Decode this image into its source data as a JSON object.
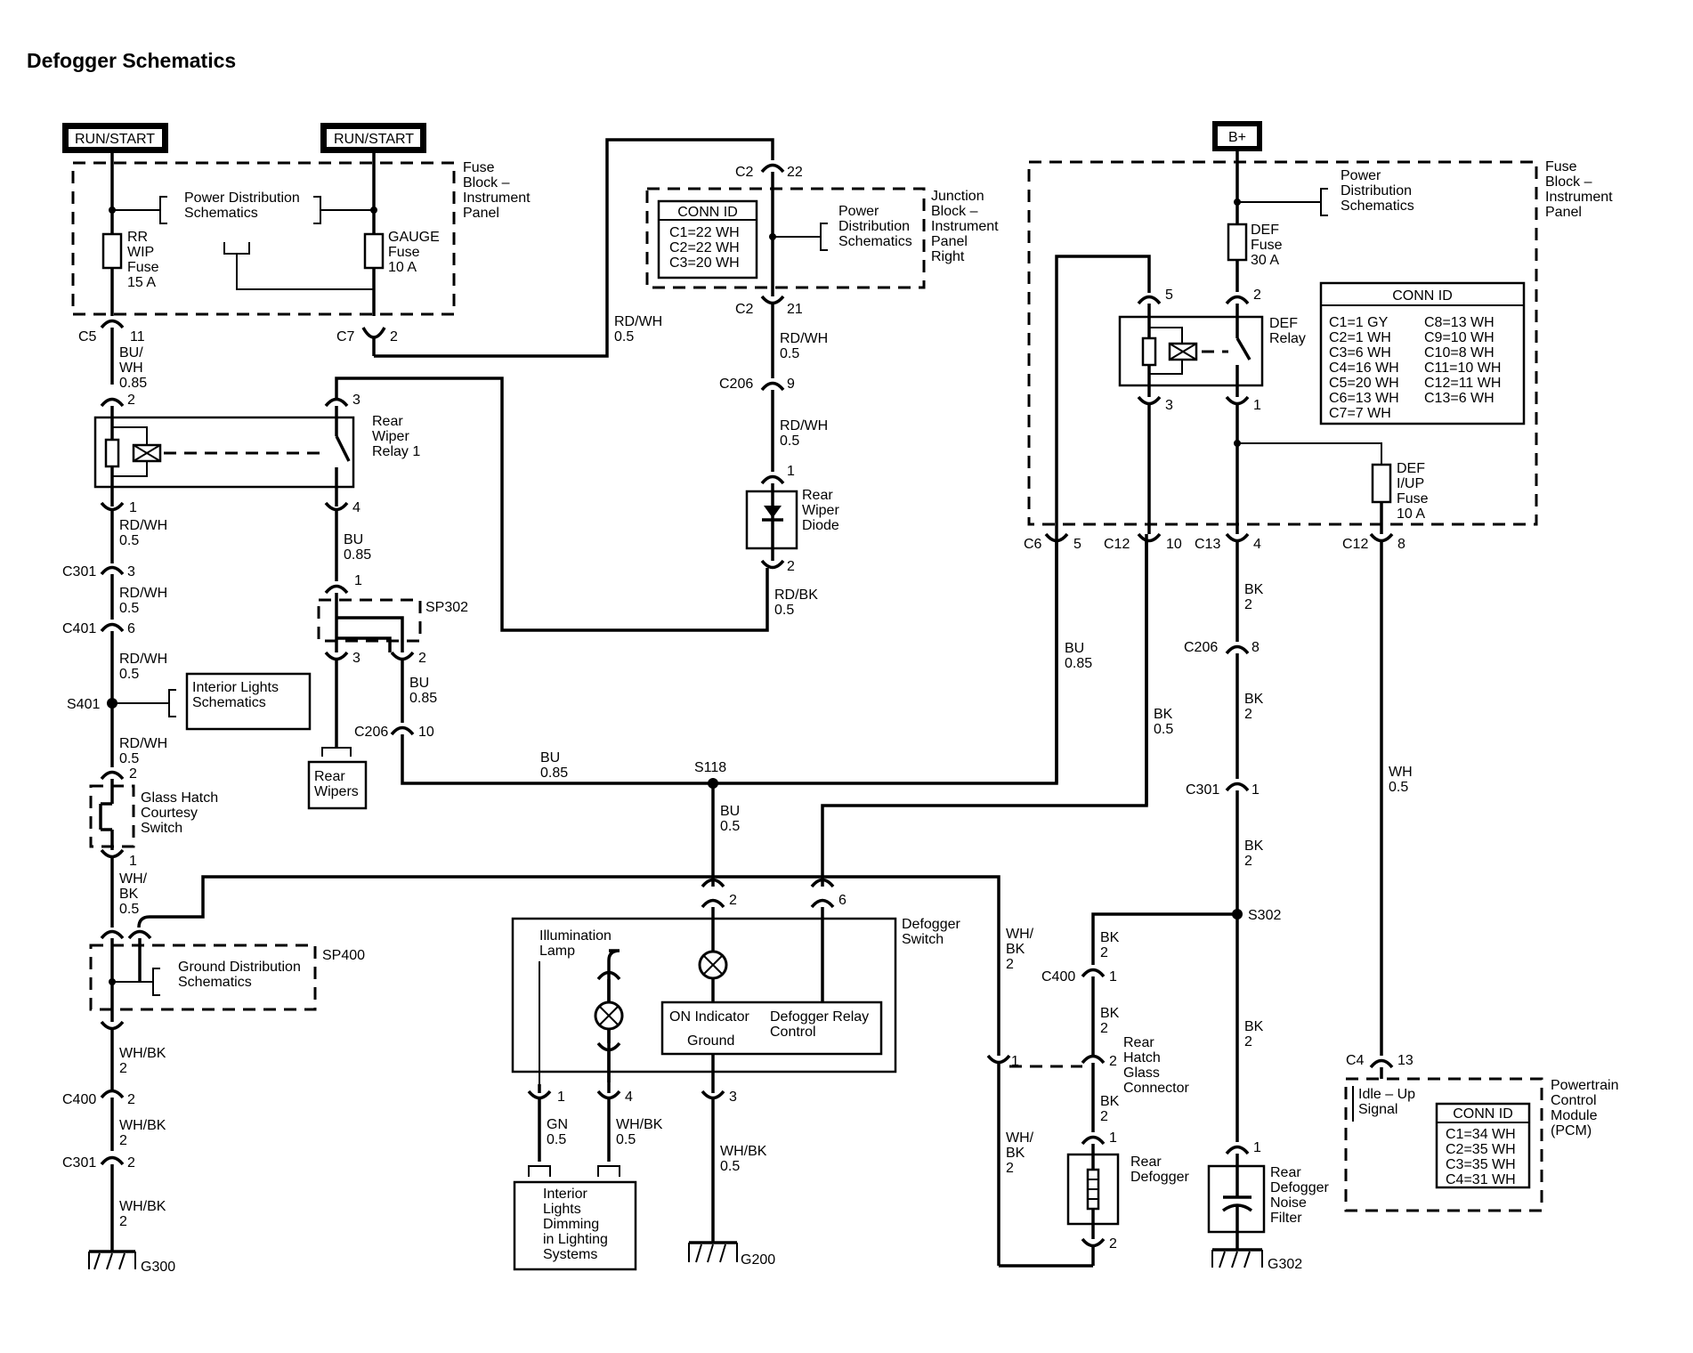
{
  "title": "Defogger Schematics",
  "power_sources": {
    "run_start_1": "RUN/START",
    "run_start_2": "RUN/START",
    "b_plus": "B+"
  },
  "fuse_block_left": {
    "label": [
      "Fuse",
      "Block –",
      "Instrument",
      "Panel"
    ],
    "power_distribution": [
      "Power Distribution",
      "Schematics"
    ],
    "rr_wip_fuse": [
      "RR",
      "WIP",
      "Fuse",
      "15 A"
    ],
    "gauge_fuse": [
      "GAUGE",
      "Fuse",
      "10 A"
    ]
  },
  "junction_block": {
    "label": [
      "Junction",
      "Block –",
      "Instrument",
      "Panel",
      "Right"
    ],
    "power_distribution": [
      "Power",
      "Distribution",
      "Schematics"
    ],
    "conn_id_title": "CONN ID",
    "conn_id_rows": [
      "C1=22 WH",
      "C2=22 WH",
      "C3=20 WH"
    ]
  },
  "fuse_block_right": {
    "label": [
      "Fuse",
      "Block –",
      "Instrument",
      "Panel"
    ],
    "power_distribution": [
      "Power",
      "Distribution",
      "Schematics"
    ],
    "def_fuse": [
      "DEF",
      "Fuse",
      "30 A"
    ],
    "def_relay": [
      "DEF",
      "Relay"
    ],
    "def_iup_fuse": [
      "DEF",
      "I/UP",
      "Fuse",
      "10 A"
    ],
    "conn_id_title": "CONN ID",
    "conn_id_left": [
      "C1=1 GY",
      "C2=1 WH",
      "C3=6 WH",
      "C4=16 WH",
      "C5=20 WH",
      "C6=13 WH",
      "C7=7 WH"
    ],
    "conn_id_right": [
      "C8=13 WH",
      "C9=10 WH",
      "C10=8 WH",
      "C11=10 WH",
      "C12=11 WH",
      "C13=6 WH"
    ]
  },
  "components": {
    "rear_wiper_relay": [
      "Rear",
      "Wiper",
      "Relay 1"
    ],
    "rear_wiper_diode": [
      "Rear",
      "Wiper",
      "Diode"
    ],
    "sp302": "SP302",
    "sp400": "SP400",
    "rear_wipers": [
      "Rear",
      "Wipers"
    ],
    "interior_lights": [
      "Interior Lights",
      "Schematics"
    ],
    "glass_hatch_switch": [
      "Glass Hatch",
      "Courtesy",
      "Switch"
    ],
    "ground_distribution": [
      "Ground Distribution",
      "Schematics"
    ],
    "defogger_switch": [
      "Defogger",
      "Switch"
    ],
    "illumination_lamp": [
      "Illumination",
      "Lamp"
    ],
    "on_indicator": "ON Indicator",
    "ground": "Ground",
    "defogger_relay_control": [
      "Defogger Relay",
      "Control"
    ],
    "interior_dimming": [
      "Interior",
      "Lights",
      "Dimming",
      "in Lighting",
      "Systems"
    ],
    "rear_hatch_glass_connector": [
      "Rear",
      "Hatch",
      "Glass",
      "Connector"
    ],
    "rear_defogger": [
      "Rear",
      "Defogger"
    ],
    "noise_filter": [
      "Rear",
      "Defogger",
      "Noise",
      "Filter"
    ],
    "pcm": [
      "Powertrain",
      "Control",
      "Module",
      "(PCM)"
    ],
    "idle_up_signal": [
      "Idle – Up",
      "Signal"
    ],
    "pcm_conn_id_title": "CONN ID",
    "pcm_conn_id_rows": [
      "C1=34 WH",
      "C2=35 WH",
      "C3=35 WH",
      "C4=31 WH"
    ]
  },
  "connectors": {
    "c5": "C5",
    "c5_pin": "11",
    "c7": "C7",
    "c7_pin": "2",
    "c2_top": "C2",
    "c2_top_pin": "22",
    "c2_bot": "C2",
    "c2_bot_pin": "21",
    "c206_diode": "C206",
    "c206_diode_pin": "9",
    "c301_left": "C301",
    "c301_left_pin": "3",
    "c401": "C401",
    "c401_pin": "6",
    "s401": "S401",
    "c206_left": "C206",
    "c206_left_pin": "10",
    "s118": "S118",
    "c400_left": "C400",
    "c400_left_pin": "2",
    "c301_left2": "C301",
    "c301_left2_pin": "2",
    "c6": "C6",
    "c6_pin": "5",
    "c12_a": "C12",
    "c12_a_pin": "10",
    "c13": "C13",
    "c13_pin": "4",
    "c12_b": "C12",
    "c12_b_pin": "8",
    "c206_right": "C206",
    "c206_right_pin": "8",
    "c301_right": "C301",
    "c301_right_pin": "1",
    "s302": "S302",
    "c400_right": "C400",
    "c400_right_pin": "1",
    "c4": "C4",
    "c4_pin": "13"
  },
  "pins": {
    "relay_2": "2",
    "relay_3": "3",
    "relay_1": "1",
    "relay_4": "4",
    "sp302_1": "1",
    "sp302_3": "3",
    "sp302_2": "2",
    "diode_1": "1",
    "diode_2": "2",
    "hatch_2": "2",
    "hatch_1": "1",
    "sw_2": "2",
    "sw_6": "6",
    "sw_1": "1",
    "sw_4": "4",
    "sw_3": "3",
    "def_relay_5": "5",
    "def_relay_2": "2",
    "def_relay_3": "3",
    "def_relay_1": "1",
    "conn_1": "1",
    "conn_2": "2",
    "defog_1": "1",
    "defog_2": "2",
    "filter_1": "1"
  },
  "wires": {
    "bu_wh": [
      "BU/",
      "WH",
      "0.85"
    ],
    "rd_wh_05": [
      "RD/WH",
      "0.5"
    ],
    "bu_085": [
      "BU",
      "0.85"
    ],
    "bu_05": [
      "BU",
      "0.5"
    ],
    "rd_bk_05": [
      "RD/BK",
      "0.5"
    ],
    "wh_bk_05": [
      "WH/",
      "BK",
      "0.5"
    ],
    "wh_bk_2": [
      "WH/BK",
      "2"
    ],
    "wh_bk_2s": [
      "WH/",
      "BK",
      "2"
    ],
    "gn_05": [
      "GN",
      "0.5"
    ],
    "wh_bk_05b": [
      "WH/BK",
      "0.5"
    ],
    "bk_2": [
      "BK",
      "2"
    ],
    "bk_05": [
      "BK",
      "0.5"
    ],
    "wh_05": [
      "WH",
      "0.5"
    ]
  },
  "grounds": {
    "g300": "G300",
    "g200": "G200",
    "g302": "G302"
  }
}
